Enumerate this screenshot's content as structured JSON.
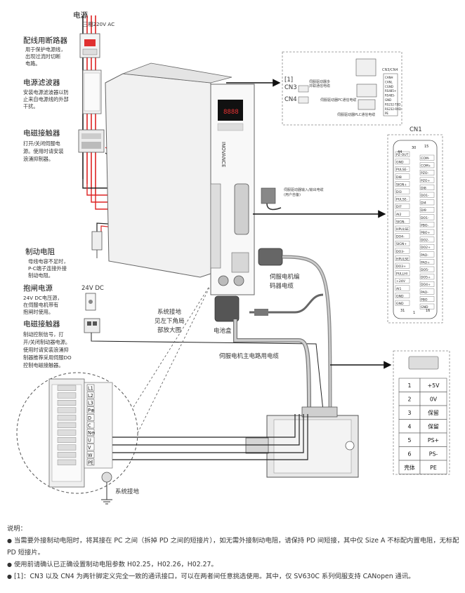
{
  "labels": {
    "power_title": "电源",
    "power_sub": "三相220V AC",
    "breaker_title": "配线用断路器",
    "breaker_desc": [
      "用于保护电源线，",
      "出现过流时切断",
      "电路。"
    ],
    "filter_title": "电源滤波器",
    "filter_desc": [
      "安装电源滤波器以防",
      "止来自电源线的外部",
      "干扰。"
    ],
    "contactor_title": "电磁接触器",
    "contactor_desc": [
      "打开/关闭伺服电",
      "源。使用时请安装",
      "浪涌抑制器。"
    ],
    "resistor_title": "制动电阻",
    "resistor_desc": [
      "母线电容不足时，",
      "P-C端子连接外接",
      "制动电阻。"
    ],
    "brake_power_title": "抱闸电源",
    "brake_power_desc": [
      "24V DC电压源，",
      "在伺服电机带有",
      "抱闸时使用。"
    ],
    "v24": "24V DC",
    "brake_contactor_title": "电磁接触器",
    "brake_contactor_desc": [
      "制动控制信号，打",
      "开/关闭制动器电源。",
      "使用时请安装浪涌抑",
      "制器推荐采用伺服DO",
      "控制电磁接触器。"
    ],
    "grounding": [
      "系统接地",
      "见左下角局",
      "部放大图"
    ],
    "battery": "电池盒",
    "encoder_cable": [
      "伺服电机编",
      "码器电缆"
    ],
    "main_cable": "伺服电机主电路用电缆",
    "system_ground": "系统接地",
    "io_cable": [
      "伺服驱动器输入/输出电缆",
      "(用户自备)"
    ],
    "ref1": "[1]",
    "cn3": "CN3",
    "cn4": "CN4",
    "comm_cable_1": [
      "伺服驱动器多",
      "并联通信电缆"
    ],
    "comm_cable_2": "伺服驱动器PC通信电缆",
    "comm_cable_3": "伺服驱动器PLC通信电缆",
    "cn3cn4": "CN3/CN4",
    "cn1": "CN1",
    "brand": "INOVANCE"
  },
  "terminal_labels": [
    "L1",
    "L2",
    "L3",
    "P⊕",
    "D",
    "C",
    "N⊖",
    "U",
    "V",
    "W",
    "PE"
  ],
  "cn1_pins": {
    "numbers": [
      "44",
      "30",
      "15",
      "31",
      "1",
      "16"
    ],
    "left": [
      "PZ-OUT",
      "GND",
      "PULSE-",
      "DI8",
      "SIGN+",
      "DI3",
      "PULSE-",
      "DI7",
      "AI2",
      "SIGN-",
      "HPULSE",
      "DO4-",
      "SIGN+",
      "DO3-",
      "HPULSE",
      "DO3+",
      "PULLHI",
      "+24V",
      "AI1",
      "GND",
      "GND"
    ],
    "right": [
      "COM-",
      "COM+",
      "PZO-",
      "PZO+",
      "DI8",
      "DO1-",
      "DI4",
      "DI9",
      "DO1-",
      "PBO-",
      "PBO+",
      "DO2-",
      "DO2+",
      "PAO-",
      "PAO+",
      "DO5-",
      "DO5+",
      "DO4+",
      "PAO-",
      "PBO",
      "GND"
    ]
  },
  "cn3_pins": [
    "CANH",
    "CANL",
    "CGND",
    "RS485+",
    "RS485-",
    "GND",
    "RS232-TXD",
    "RS232-RXD",
    "PE"
  ],
  "encoder_table": [
    [
      "1",
      "+5V"
    ],
    [
      "2",
      "0V"
    ],
    [
      "3",
      "保留"
    ],
    [
      "4",
      "保留"
    ],
    [
      "5",
      "PS+"
    ],
    [
      "6",
      "PS-"
    ],
    [
      "壳体",
      "PE"
    ]
  ],
  "notes": {
    "title": "说明：",
    "items": [
      "当需要外接制动电阻时，将其接在 PC 之间（拆掉 PD 之间的短接片），如无需外接制动电阻，请保持 PD 间短接，其中仅 Size A 不标配内置电阻，无标配 PD 短接片。",
      "使用前请确认已正确设置制动电阻参数 H02.25，H02.26，H02.27。",
      "[1]：CN3 以及 CN4 为两针脚定义完全一致的通讯接口，可以在两者间任意挑选使用。其中，仅 SV630C 系列伺服支持 CANopen 通讯。"
    ]
  }
}
